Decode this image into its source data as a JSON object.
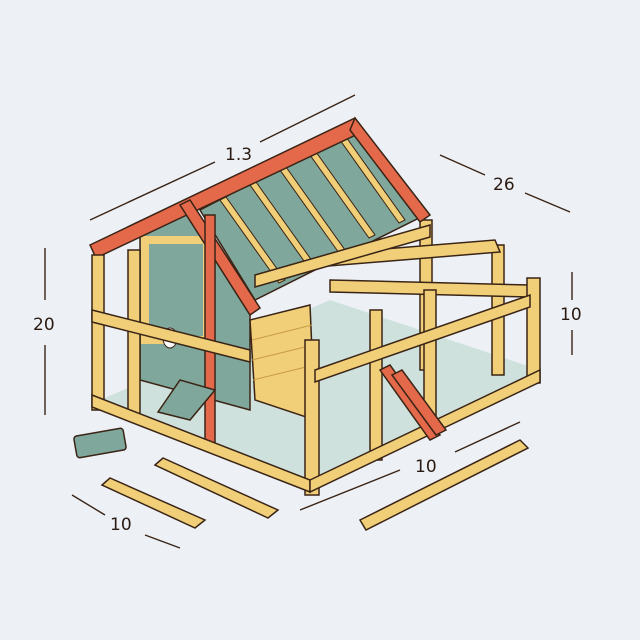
{
  "illustration": {
    "subject": "wooden chicken coop frame with dimensions",
    "colors": {
      "background": "#edf1f5",
      "wood": "#f0cf78",
      "wood_dark": "#d9a84a",
      "accent_red": "#e4684a",
      "panel_green": "#7fa79b",
      "floor": "#c7ddd6",
      "outline": "#3a2416"
    }
  },
  "dimensions": {
    "roof_length": "1.3",
    "depth": "26",
    "height_left": "20",
    "height_right": "10",
    "base_front": "10",
    "loose_board": "10"
  }
}
